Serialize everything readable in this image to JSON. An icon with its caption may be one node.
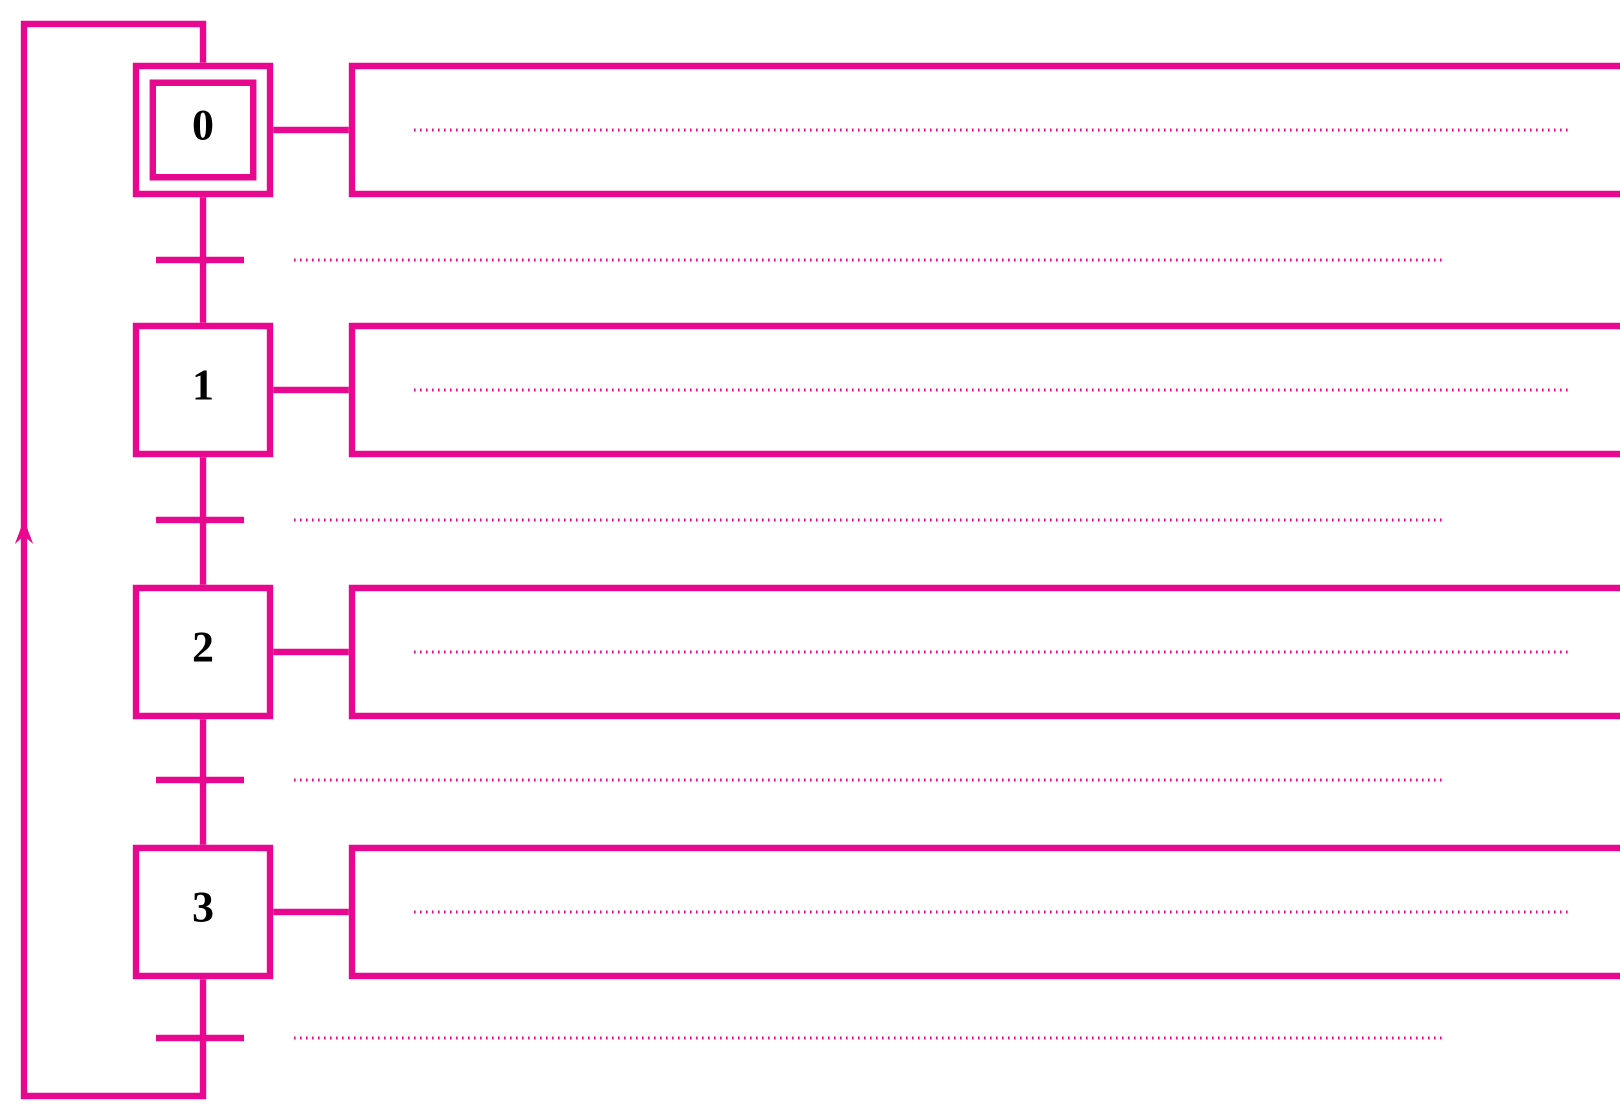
{
  "diagram": {
    "nodes": [
      {
        "text": [
          "0"
        ]
      },
      {
        "text": [],
        "shape": "box"
      },
      {
        "text": [
          "1"
        ]
      },
      {
        "text": [],
        "shape": "box"
      },
      {
        "text": [
          "2"
        ]
      },
      {
        "text": [],
        "shape": "box"
      },
      {
        "text": [
          "3"
        ]
      },
      {
        "text": [],
        "shape": "box"
      }
    ],
    "edges": [
      {
        "from": 0,
        "to": 1,
        "arrow": "none"
      },
      {
        "from": 2,
        "to": 3,
        "arrow": "none"
      },
      {
        "from": 4,
        "to": 5,
        "arrow": "none"
      },
      {
        "from": 6,
        "to": 7,
        "arrow": "none"
      },
      {
        "from": 0,
        "to": 2,
        "arrow": "none"
      },
      {
        "from": 2,
        "to": 4,
        "arrow": "none"
      },
      {
        "from": 4,
        "to": 6,
        "arrow": "none"
      },
      {
        "from": 6,
        "to": 0,
        "arrow": "to"
      }
    ]
  }
}
